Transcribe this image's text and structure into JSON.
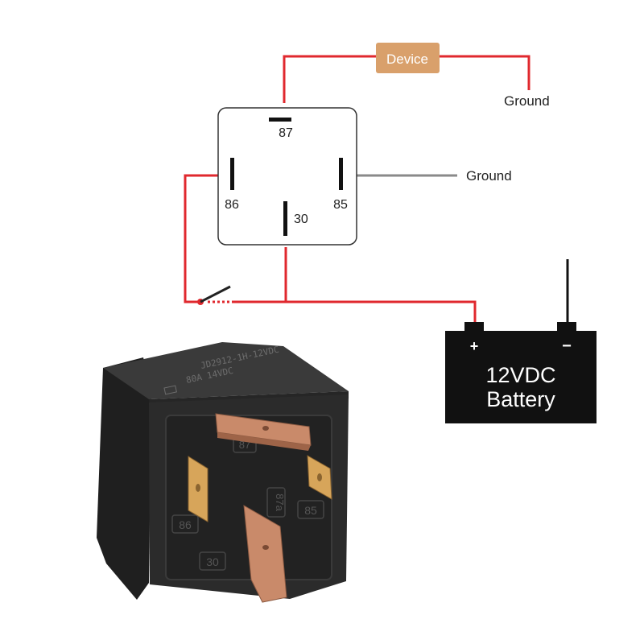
{
  "colors": {
    "wire_positive": "#e0282e",
    "wire_ground": "#8a8a8a",
    "device_box": "#d9a06b",
    "battery_body": "#111111",
    "relay_body": "#2b2b2b",
    "terminal_copper": "#c98a6a"
  },
  "device": {
    "label": "Device"
  },
  "grounds": {
    "device_ground": "Ground",
    "pin85_ground": "Ground"
  },
  "pins": {
    "p87": "87",
    "p86": "86",
    "p85": "85",
    "p30": "30"
  },
  "battery": {
    "line1": "12VDC",
    "line2": "Battery",
    "plus": "+",
    "minus": "−"
  },
  "relay_photo": {
    "print_model": "JD2912-1H-12VDC",
    "print_rating": "80A 14VDC",
    "molded_labels": {
      "p86": "86",
      "p85": "85",
      "p30": "30",
      "p87a": "87a",
      "p87": "87"
    }
  }
}
